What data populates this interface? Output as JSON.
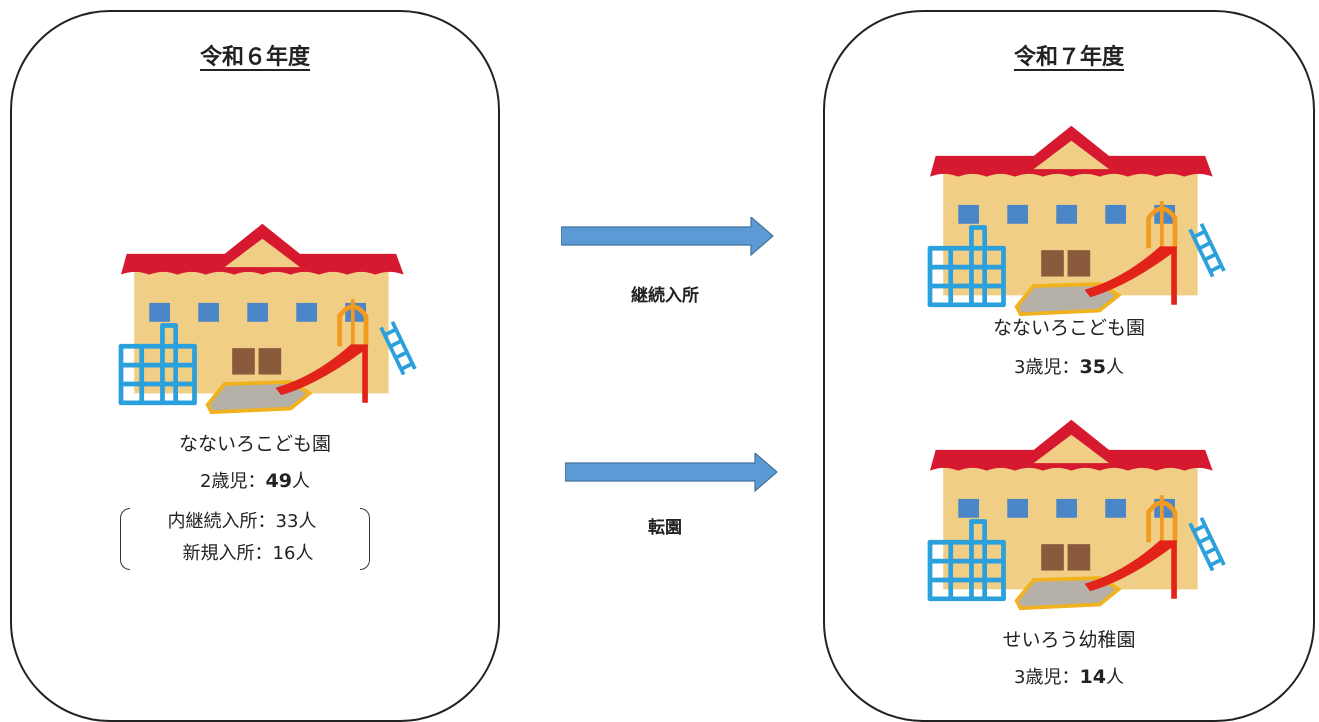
{
  "left_panel": {
    "title": "令和６年度",
    "school": "なないろこども園",
    "age": "2歳児：",
    "count": "49",
    "unit": "人",
    "breakdown": [
      {
        "label": "内継続入所：33人"
      },
      {
        "label": "新規入所：16人"
      }
    ]
  },
  "right_panel": {
    "title": "令和７年度",
    "schools": [
      {
        "name": "なないろこども園",
        "age": "3歳児：",
        "count": "35",
        "unit": "人"
      },
      {
        "name": "せいろう幼稚園",
        "age": "3歳児：",
        "count": "14",
        "unit": "人"
      }
    ]
  },
  "arrows": [
    {
      "label": "継続入所"
    },
    {
      "label": "転園"
    }
  ],
  "colors": {
    "arrow_fill": "#5b9bd5",
    "arrow_stroke": "#41719c",
    "roof": "#d7192f",
    "wall": "#f0ce86",
    "window": "#4a86c8",
    "door": "#8a5a3c",
    "jungle_gym": "#2aa0dc",
    "slide": "#e2231a",
    "slide_frame": "#f29b1e"
  }
}
